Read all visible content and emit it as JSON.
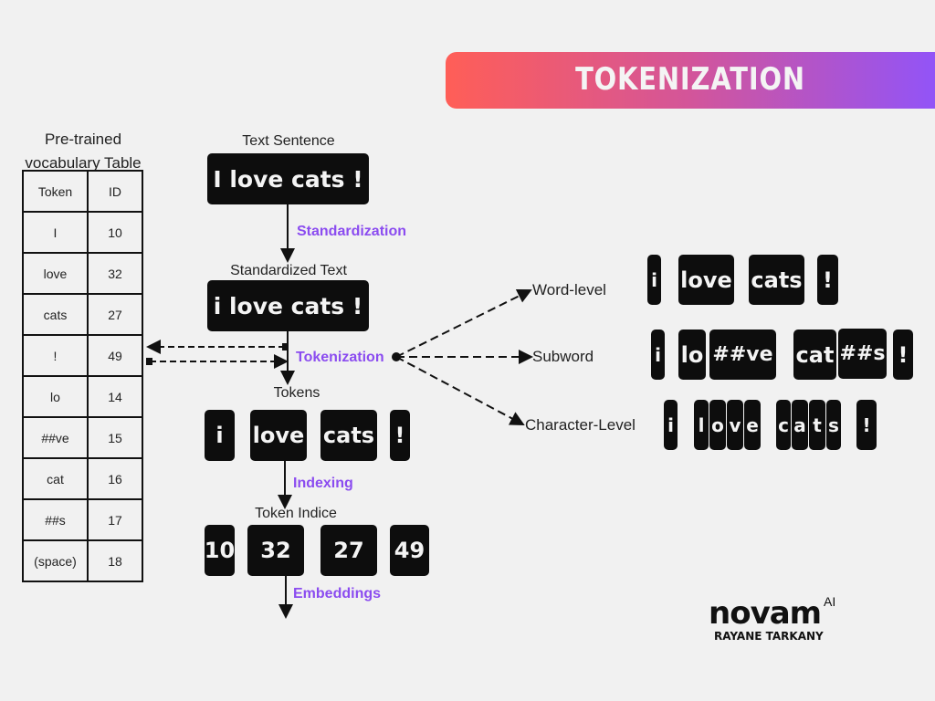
{
  "title": "TOKENIZATION",
  "vocabulary": {
    "caption_line1": "Pre-trained",
    "caption_line2": "vocabulary Table",
    "headers": [
      "Token",
      "ID"
    ],
    "rows": [
      [
        "I",
        "10"
      ],
      [
        "love",
        "32"
      ],
      [
        "cats",
        "27"
      ],
      [
        "!",
        "49"
      ],
      [
        "lo",
        "14"
      ],
      [
        "##ve",
        "15"
      ],
      [
        "cat",
        "16"
      ],
      [
        "##s",
        "17"
      ],
      [
        "(space)",
        "18"
      ]
    ]
  },
  "pipeline": {
    "text_sentence_label": "Text Sentence",
    "text_sentence": "I love cats !",
    "standardization_step": "Standardization",
    "standardized_label": "Standardized Text",
    "standardized_text": "i love cats !",
    "tokenization_step": "Tokenization",
    "tokens_label": "Tokens",
    "tokens": [
      "i",
      "love",
      "cats",
      "!"
    ],
    "indexing_step": "Indexing",
    "indices_label": "Token Indice",
    "indices": [
      "10",
      "32",
      "27",
      "49"
    ],
    "embeddings_step": "Embeddings"
  },
  "strategies": {
    "word_level": {
      "label": "Word-level",
      "tokens": [
        "i",
        "love",
        "cats",
        "!"
      ]
    },
    "subword": {
      "label": "Subword",
      "tokens": [
        "i",
        "lo",
        "##ve",
        "cat",
        "##s",
        "!"
      ]
    },
    "character_level": {
      "label": "Character-Level",
      "tokens": [
        "i",
        "l",
        "o",
        "v",
        "e",
        "c",
        "a",
        "t",
        "s",
        "!"
      ]
    }
  },
  "branding": {
    "logo": "novam",
    "logo_suffix": "AI",
    "author": "RAYANE TARKANY"
  },
  "colors": {
    "accent_purple": "#8b4cf0",
    "banner_start": "#ff5e57",
    "banner_end": "#9254f7",
    "box": "#0d0d0d"
  }
}
